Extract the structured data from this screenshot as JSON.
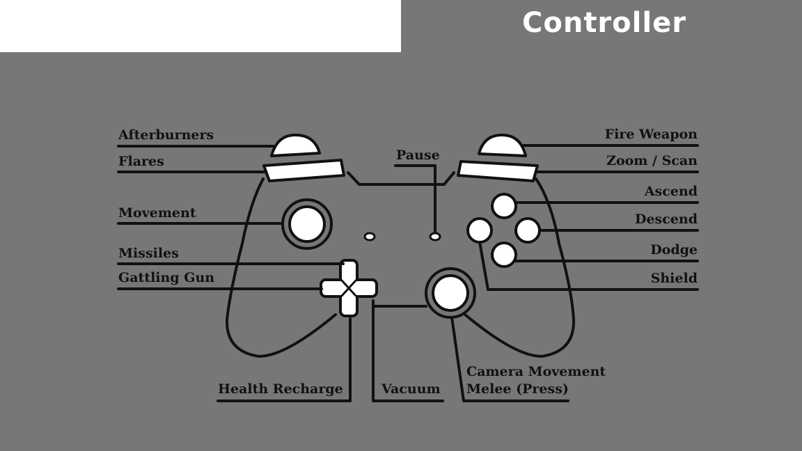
{
  "page": {
    "title": "Controller",
    "colors": {
      "background": "#777777",
      "ink": "#111111",
      "button_fill": "#ffffff",
      "panel": "#ffffff"
    }
  },
  "labels": {
    "afterburners": "Afterburners",
    "flares": "Flares",
    "movement": "Movement",
    "missiles": "Missiles",
    "gattling_gun": "Gattling Gun",
    "pause": "Pause",
    "fire_weapon": "Fire Weapon",
    "zoom_scan": "Zoom / Scan",
    "ascend": "Ascend",
    "descend": "Descend",
    "dodge": "Dodge",
    "shield": "Shield",
    "health_recharge": "Health Recharge",
    "vacuum": "Vacuum",
    "camera_movement": "Camera Movement",
    "melee_press": "Melee (Press)"
  }
}
